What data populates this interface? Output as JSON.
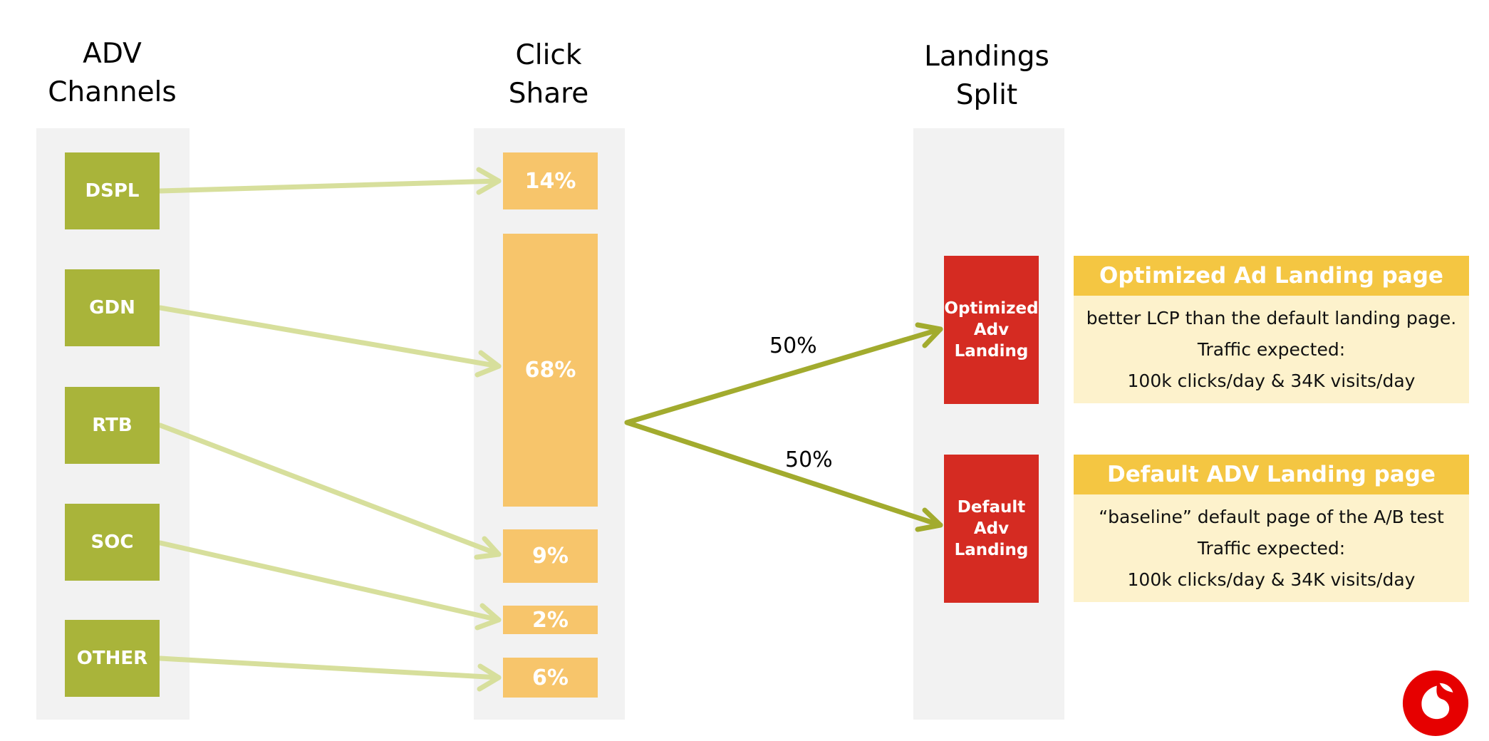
{
  "columns": {
    "channels": {
      "line1": "ADV",
      "line2": "Channels"
    },
    "share": {
      "line1": "Click",
      "line2": "Share"
    },
    "landings": {
      "line1": "Landings",
      "line2": "Split"
    }
  },
  "channels": [
    "DSPL",
    "GDN",
    "RTB",
    "SOC",
    "OTHER"
  ],
  "shares": [
    "14%",
    "68%",
    "9%",
    "2%",
    "6%"
  ],
  "split": {
    "top_pct": "50%",
    "bottom_pct": "50%"
  },
  "landings": {
    "optimized": {
      "line1": "Optimized",
      "line2": "Adv",
      "line3": "Landing"
    },
    "default": {
      "line1": "Default",
      "line2": "Adv",
      "line3": "Landing"
    }
  },
  "info": {
    "optimized": {
      "title": "Optimized Ad Landing page",
      "line1": "better LCP than the default landing page.",
      "line2": "Traffic expected:",
      "line3": "100k clicks/day  & 34K visits/day"
    },
    "default": {
      "title": "Default ADV Landing page",
      "line1": "“baseline” default page of the A/B test",
      "line2": "Traffic expected:",
      "line3": "100k clicks/day  & 34K visits/day"
    }
  },
  "colors": {
    "channel": "#a9b43a",
    "share": "#f7c56b",
    "landing": "#d52b22",
    "info_head": "#f4c642",
    "info_body": "#fdf2cc",
    "panel": "#f2f2f2",
    "light_arrow": "#d7df9c",
    "dark_arrow": "#a2ab2e",
    "logo": "#e60000"
  }
}
